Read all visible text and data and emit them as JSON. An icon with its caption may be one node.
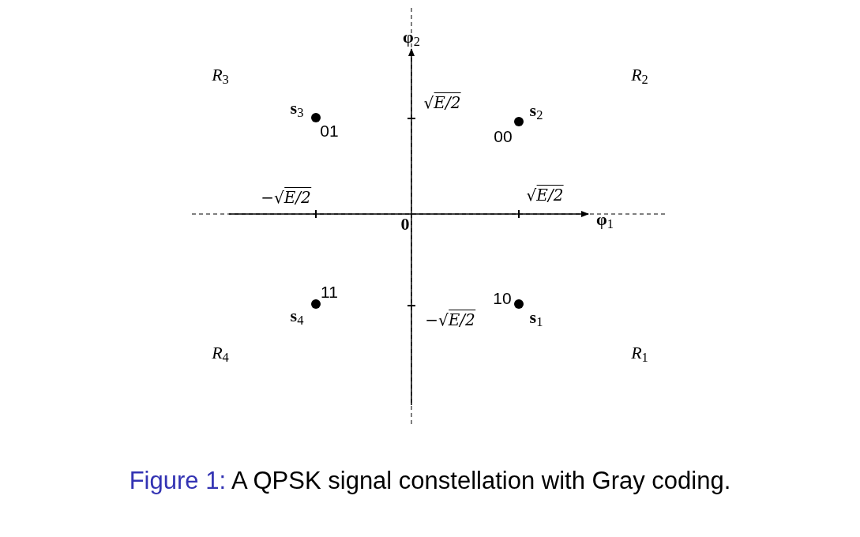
{
  "diagram": {
    "caption": "Figure 1: A QPSK signal constellation with Gray coding.",
    "labels": [
      "**φ**$_{2}$",
      "*R*$_{3}$",
      "*R*$_{2}$",
      "√E/2",
      "**s**$_{3}$",
      "**s**$_{2}$",
      "01",
      "00",
      "−√E/2",
      "√E/2",
      "**φ**$_{1}$",
      "0",
      "11",
      "10",
      "**s**$_{4}$",
      "**s**$_{1}$",
      "−√E/2",
      "*R*$_{4}$",
      "*R*$_{1}$"
    ]
  }
}
